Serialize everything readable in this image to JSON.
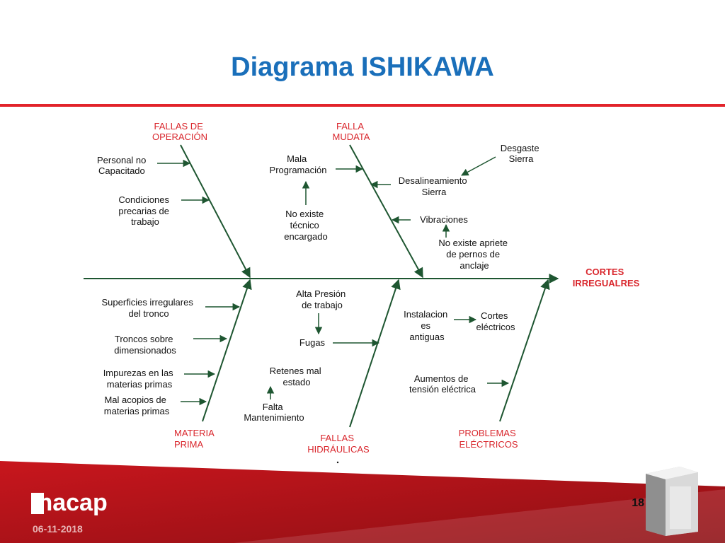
{
  "slide": {
    "title": "Diagrama ISHIKAWA",
    "page_number": "18",
    "date": "06-11-2018",
    "logo_text": "inacap",
    "colors": {
      "title": "#1a6fba",
      "accent": "#e2242b",
      "category": "#d9262c",
      "arrow": "#1e5631"
    }
  },
  "diagram": {
    "effect": [
      "CORTES",
      "IRREGUALRES"
    ],
    "categories": {
      "operacion": [
        "FALLAS DE",
        "OPERACIÓN"
      ],
      "mudata": [
        "FALLA",
        "MUDATA"
      ],
      "materia": [
        "MATERIA",
        "PRIMA"
      ],
      "hidraulicas": [
        "FALLAS",
        "HIDRÁULICAS"
      ],
      "electricos": [
        "PROBLEMAS",
        "ELÉCTRICOS"
      ]
    },
    "causes": {
      "personal": [
        "Personal no",
        "Capacitado"
      ],
      "condiciones": [
        "Condiciones",
        "precarias de",
        "trabajo"
      ],
      "mala_prog": [
        "Mala",
        "Programación"
      ],
      "no_existe_tecnico": [
        "No existe",
        "técnico",
        "encargado"
      ],
      "desgaste": [
        "Desgaste",
        "Sierra"
      ],
      "desalineamiento": [
        "Desalineamiento",
        "Sierra"
      ],
      "vibraciones": [
        "Vibraciones"
      ],
      "apriete": [
        "No existe apriete",
        "de pernos de",
        "anclaje"
      ],
      "superficies": [
        "Superficies irregulares",
        "del tronco"
      ],
      "troncos": [
        "Troncos sobre",
        "dimensionados"
      ],
      "impurezas": [
        "Impurezas en las",
        "materias primas"
      ],
      "acopios": [
        "Mal acopios de",
        "materias primas"
      ],
      "alta_presion": [
        "Alta Presión",
        "de trabajo"
      ],
      "fugas": [
        "Fugas"
      ],
      "retenes": [
        "Retenes mal",
        "estado"
      ],
      "falta_mant": [
        "Falta",
        "Mantenimiento"
      ],
      "instalacion": [
        "Instalacion",
        "es",
        "antiguas"
      ],
      "cortes_elec": [
        "Cortes",
        "eléctricos"
      ],
      "aumentos": [
        "Aumentos de",
        "tensión eléctrica"
      ]
    }
  }
}
